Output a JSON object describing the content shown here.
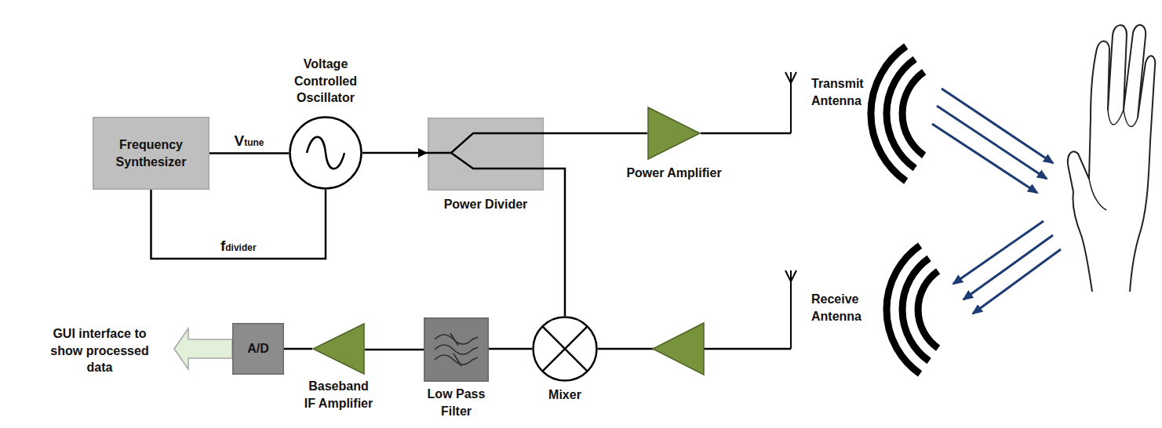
{
  "diagram": {
    "nodes": [
      {
        "text": [
          "Frequency Synthesizer"
        ]
      },
      {
        "text": [
          "Voltage Controlled Oscillator"
        ]
      },
      {
        "text": [
          "Power Divider"
        ]
      },
      {
        "text": [
          "Power Amplifier"
        ]
      },
      {
        "text": [
          "Transmit Antenna"
        ]
      },
      {
        "text": [
          "Receive Antenna"
        ]
      },
      {
        "text": [
          "Mixer"
        ]
      },
      {
        "text": [
          "Low Pass Filter"
        ]
      },
      {
        "text": [
          "Baseband IF Amplifier"
        ]
      },
      {
        "text": [
          "A/D"
        ]
      }
    ],
    "edges": [
      {
        "from": 0,
        "to": 1,
        "arrow": "none",
        "label": "Vtune"
      },
      {
        "from": 1,
        "to": 0,
        "arrow": "none",
        "label": "fdivider"
      },
      {
        "from": 1,
        "to": 2,
        "arrow": "to"
      },
      {
        "from": 2,
        "to": 3,
        "arrow": "none"
      },
      {
        "from": 3,
        "to": 4,
        "arrow": "none"
      },
      {
        "from": 2,
        "to": 6,
        "arrow": "none"
      },
      {
        "from": 5,
        "to": 6,
        "arrow": "none"
      },
      {
        "from": 6,
        "to": 7,
        "arrow": "none"
      },
      {
        "from": 7,
        "to": 8,
        "arrow": "none"
      },
      {
        "from": 8,
        "to": 9,
        "arrow": "none"
      }
    ],
    "labels": [
      "GUI interface to show processed data"
    ]
  }
}
